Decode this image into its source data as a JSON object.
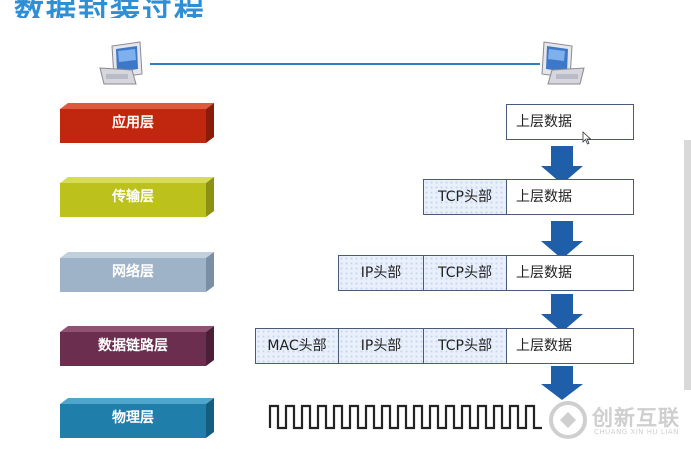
{
  "title": "数据封装过程",
  "layers": [
    {
      "label": "应用层",
      "color": "#c0270e"
    },
    {
      "label": "传输层",
      "color": "#bcc21b"
    },
    {
      "label": "网络层",
      "color": "#9fb3c8"
    },
    {
      "label": "数据链路层",
      "color": "#6b2e4e"
    },
    {
      "label": "物理层",
      "color": "#1f7faa"
    }
  ],
  "packets": {
    "row1": {
      "data": "上层数据"
    },
    "row2": {
      "tcp": "TCP头部",
      "data": "上层数据"
    },
    "row3": {
      "ip": "IP头部",
      "tcp": "TCP头部",
      "data": "上层数据"
    },
    "row4": {
      "mac": "MAC头部",
      "ip": "IP头部",
      "tcp": "TCP头部",
      "data": "上层数据"
    }
  },
  "colors": {
    "link_line": "#2f7fc0",
    "arrow": "#1f5ea8",
    "cell_border": "#4a5a7a",
    "header_fill": "#e9f0fb"
  },
  "icons": [
    "computer-icon",
    "down-arrow-icon",
    "square-wave-signal",
    "cursor-icon",
    "watermark-logo-icon"
  ],
  "watermark": {
    "cn": "创新互联",
    "en": "CHUANG XIN HU LIAN"
  }
}
